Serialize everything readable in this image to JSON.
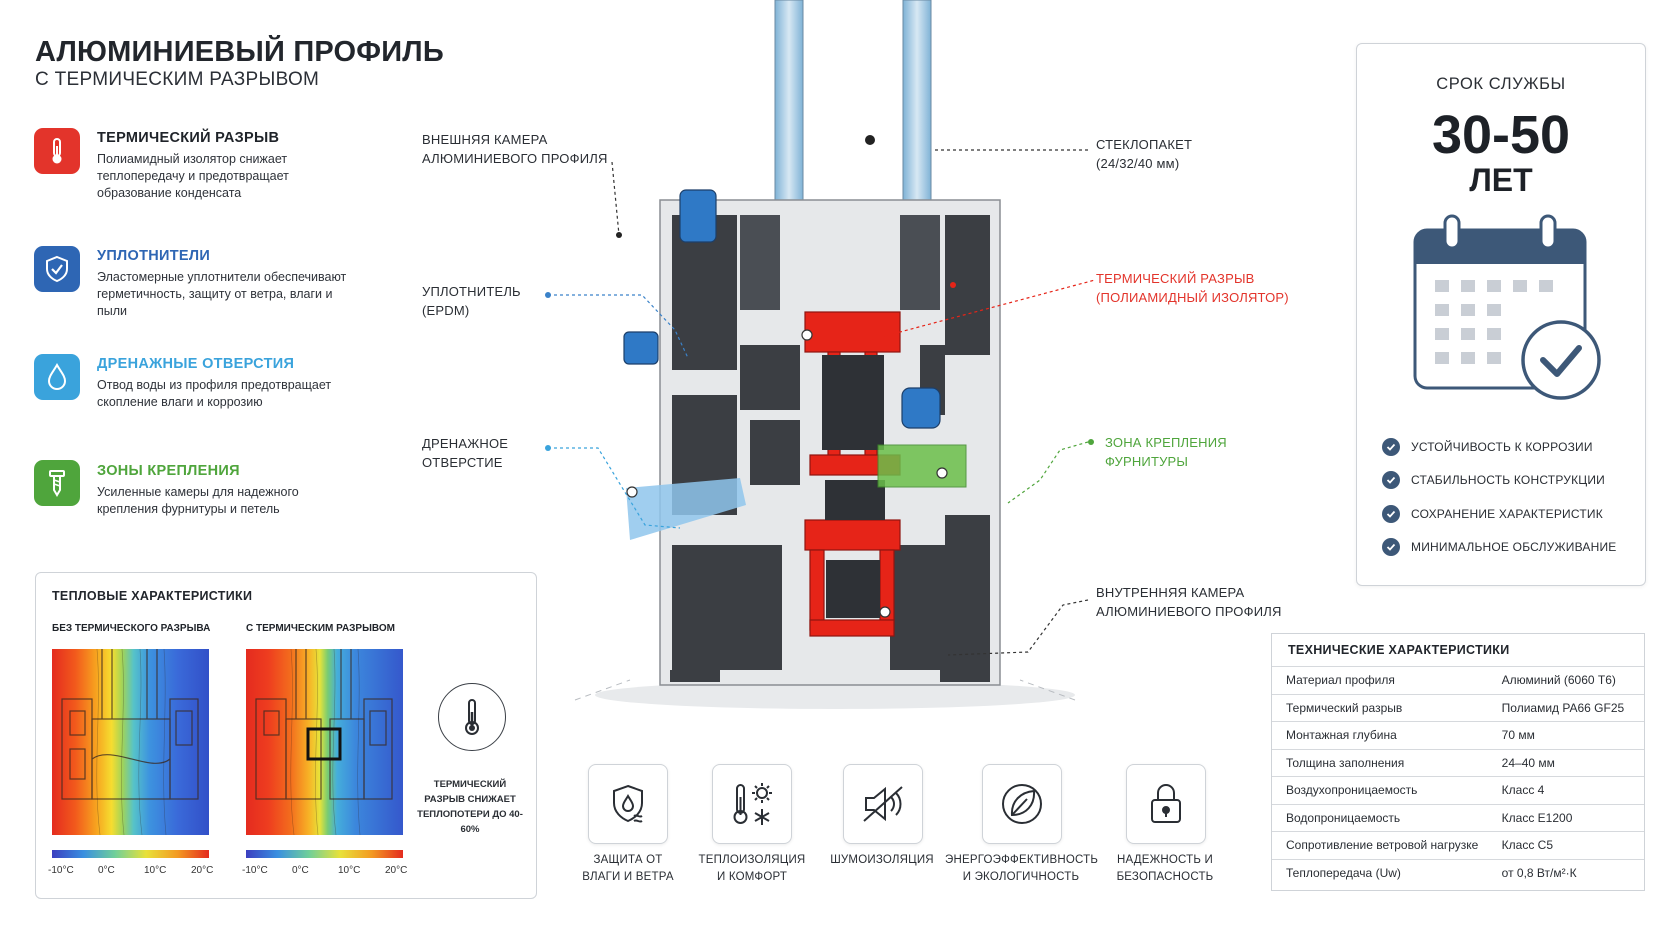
{
  "header": {
    "title": "АЛЮМИНИЕВЫЙ ПРОФИЛЬ",
    "subtitle": "С ТЕРМИЧЕСКИМ РАЗРЫВОМ"
  },
  "features": [
    {
      "icon": "thermometer-icon",
      "color": "#e3342b",
      "title": "ТЕРМИЧЕСКИЙ РАЗРЫВ",
      "title_color": "#1f2329",
      "desc": "Полиамидный изолятор снижает теплопередачу и предотвращает образование конденсата"
    },
    {
      "icon": "shield-check-icon",
      "color": "#2e66b4",
      "title": "УПЛОТНИТЕЛИ",
      "title_color": "#2e66b4",
      "desc": "Эластомерные уплотнители обеспечивают герметичность, защиту от ветра, влаги и пыли"
    },
    {
      "icon": "water-drop-icon",
      "color": "#3aa3dc",
      "title": "ДРЕНАЖНЫЕ ОТВЕРСТИЯ",
      "title_color": "#3aa3dc",
      "desc": "Отвод воды из профиля предотвращает скопление влаги и коррозию"
    },
    {
      "icon": "screw-icon",
      "color": "#4fa53c",
      "title": "ЗОНЫ КРЕПЛЕНИЯ",
      "title_color": "#4fa53c",
      "desc": "Усиленные камеры для надежного крепления фурнитуры и петель"
    }
  ],
  "thermal": {
    "title": "ТЕПЛОВЫЕ ХАРАКТЕРИСТИКИ",
    "without_label": "БЕЗ ТЕРМИЧЕСКОГО РАЗРЫВА",
    "with_label": "С ТЕРМИЧЕСКИМ РАЗРЫВОМ",
    "scale": [
      "-10°C",
      "0°C",
      "10°C",
      "20°C"
    ],
    "note": "ТЕРМИЧЕСКИЙ РАЗРЫВ СНИЖАЕТ ТЕПЛОПОТЕРИ ДО 40-60%"
  },
  "callouts": {
    "outer_chamber": "ВНЕШНЯЯ КАМЕРА АЛЮМИНИЕВОГО ПРОФИЛЯ",
    "seal": "УПЛОТНИТЕЛЬ (EPDM)",
    "drain": "ДРЕНАЖНОЕ ОТВЕРСТИЕ",
    "glazing": "СТЕКЛОПАКЕТ (24/32/40 мм)",
    "thermal_break": "ТЕРМИЧЕСКИЙ РАЗРЫВ (ПОЛИАМИДНЫЙ ИЗОЛЯТОР)",
    "fitting_zone": "ЗОНА КРЕПЛЕНИЯ ФУРНИТУРЫ",
    "inner_chamber": "ВНУТРЕННЯЯ КАМЕРА АЛЮМИНИЕВОГО ПРОФИЛЯ"
  },
  "service_life": {
    "title": "СРОК СЛУЖБЫ",
    "value": "30-50",
    "unit": "ЛЕТ",
    "benefits": [
      "УСТОЙЧИВОСТЬ К КОРРОЗИИ",
      "СТАБИЛЬНОСТЬ КОНСТРУКЦИИ",
      "СОХРАНЕНИЕ ХАРАКТЕРИСТИК",
      "МИНИМАЛЬНОЕ ОБСЛУЖИВАНИЕ"
    ]
  },
  "tech": {
    "title": "ТЕХНИЧЕСКИЕ ХАРАКТЕРИСТИКИ",
    "rows": [
      [
        "Материал профиля",
        "Алюминий (6060 T6)"
      ],
      [
        "Термический разрыв",
        "Полиамид PA66 GF25"
      ],
      [
        "Монтажная глубина",
        "70 мм"
      ],
      [
        "Толщина заполнения",
        "24–40 мм"
      ],
      [
        "Воздухопроницаемость",
        "Класс 4"
      ],
      [
        "Водопроницаемость",
        "Класс E1200"
      ],
      [
        "Сопротивление ветровой нагрузке",
        "Класс C5"
      ],
      [
        "Теплопередача (Uw)",
        "от 0,8 Вт/м²·К"
      ]
    ]
  },
  "bottom_features": [
    {
      "icon": "shield-water-icon",
      "label": "ЗАЩИТА ОТ ВЛАГИ И ВЕТРА"
    },
    {
      "icon": "thermometer-snow-icon",
      "label": "ТЕПЛОИЗОЛЯЦИЯ И КОМФОРТ"
    },
    {
      "icon": "speaker-mute-icon",
      "label": "ШУМОИЗОЛЯЦИЯ"
    },
    {
      "icon": "leaf-icon",
      "label": "ЭНЕРГОЭФФЕКТИВНОСТЬ И ЭКОЛОГИЧНОСТЬ"
    },
    {
      "icon": "padlock-icon",
      "label": "НАДЕЖНОСТЬ И БЕЗОПАСНОСТЬ"
    }
  ],
  "colors": {
    "red": "#e3342b",
    "blue": "#2e66b4",
    "light_blue": "#3aa3dc",
    "green": "#4fa53c",
    "navy": "#3d5878"
  }
}
